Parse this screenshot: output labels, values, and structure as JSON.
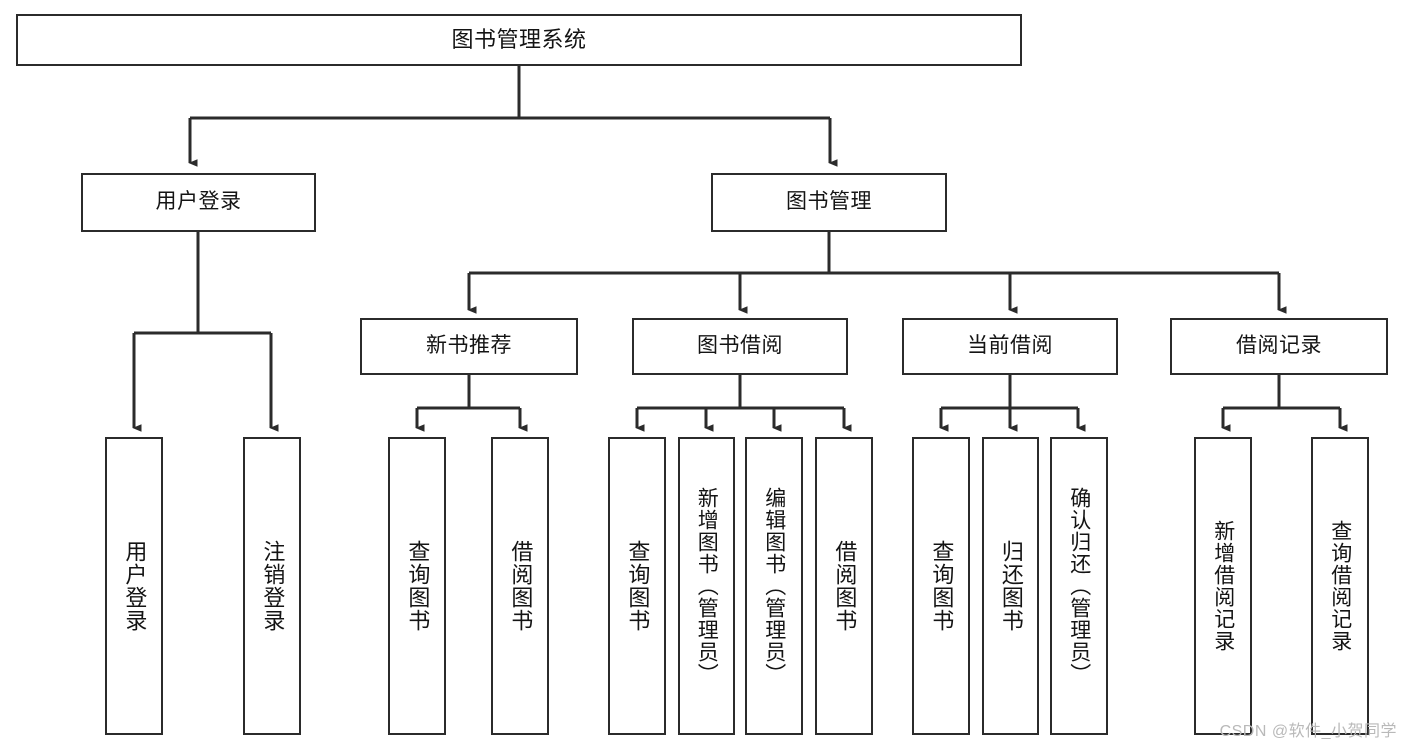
{
  "diagram": {
    "type": "hierarchy-tree",
    "title": "图书管理系统",
    "watermark": "CSDN @软件_小贺同学",
    "colors": {
      "stroke": "#2b2b2b",
      "box_fill": "#ffffff",
      "text": "#141414",
      "watermark": "#b9b9b9",
      "background": "#ffffff"
    },
    "levels": {
      "root": {
        "label": "图书管理系统"
      },
      "level2": [
        {
          "label": "用户登录"
        },
        {
          "label": "图书管理"
        }
      ],
      "level3": [
        {
          "label": "新书推荐"
        },
        {
          "label": "图书借阅"
        },
        {
          "label": "当前借阅"
        },
        {
          "label": "借阅记录"
        }
      ],
      "leaves": {
        "user_login": [
          {
            "label": "用户登录"
          },
          {
            "label": "注销登录"
          }
        ],
        "new_book_recommend": [
          {
            "label": "查询图书"
          },
          {
            "label": "借阅图书"
          }
        ],
        "book_borrow": [
          {
            "label": "查询图书"
          },
          {
            "label": "新增图书（管理员）"
          },
          {
            "label": "编辑图书（管理员）"
          },
          {
            "label": "借阅图书"
          }
        ],
        "current_borrow": [
          {
            "label": "查询图书"
          },
          {
            "label": "归还图书"
          },
          {
            "label": "确认归还（管理员）"
          }
        ],
        "borrow_record": [
          {
            "label": "新增借阅记录"
          },
          {
            "label": "查询借阅记录"
          }
        ]
      }
    }
  }
}
